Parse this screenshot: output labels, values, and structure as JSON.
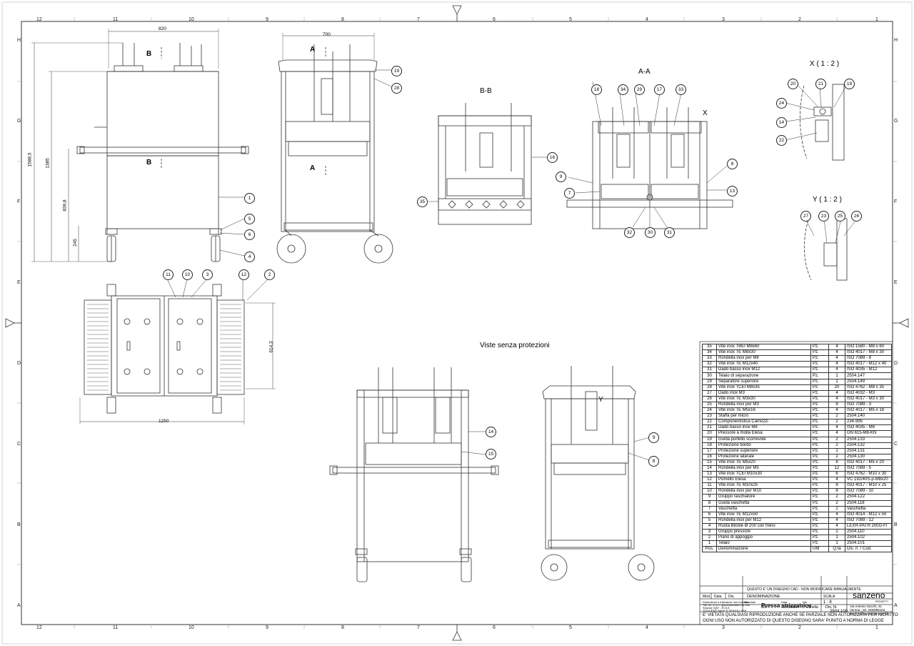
{
  "frame": {
    "columns": [
      "12",
      "11",
      "10",
      "9",
      "8",
      "7",
      "6",
      "5",
      "4",
      "3",
      "2",
      "1"
    ],
    "rows": [
      "H",
      "G",
      "F",
      "E",
      "D",
      "C",
      "B",
      "A"
    ]
  },
  "caption": "Viste senza protezioni",
  "views": {
    "section_b": "B",
    "section_a": "A",
    "bb_title": "B-B",
    "aa_title": "A-A",
    "x_detail": "X ( 1 : 2 )",
    "y_detail": "Y ( 1 : 2 )",
    "x_marker": "X",
    "y_marker": "Y"
  },
  "dimensions": {
    "d820": "820",
    "d700": "700",
    "d1588": "1588,5",
    "d1385": "1385",
    "d836": "836,8",
    "d245": "245",
    "d1250": "1250",
    "d614": "614,3"
  },
  "balloons": {
    "front": [
      "1",
      "5",
      "6",
      "4"
    ],
    "side": [
      "19",
      "28"
    ],
    "top": [
      "11",
      "10",
      "3",
      "12",
      "2"
    ],
    "bb": [
      "16",
      "35"
    ],
    "aa": [
      "18",
      "34",
      "29",
      "17",
      "33",
      "9",
      "7",
      "8",
      "13",
      "32",
      "30",
      "31"
    ],
    "x": [
      "20",
      "21",
      "19",
      "24",
      "14",
      "22"
    ],
    "y": [
      "27",
      "23",
      "25",
      "26"
    ],
    "lower_left": [
      "14",
      "15"
    ],
    "lower_right": [
      "9",
      "8"
    ]
  },
  "bom": {
    "rows": [
      [
        "35",
        "Vite inox TBEI M8x60",
        "Pz.",
        "4",
        "ISO 1580 - M8 x 60"
      ],
      [
        "34",
        "Vite inox TE M8x30",
        "Pz.",
        "4",
        "ISO 4017 - M8 x 30"
      ],
      [
        "33",
        "Rondella inox per M8",
        "Pz.",
        "4",
        "ISO 7089 - 8"
      ],
      [
        "32",
        "Vite inox TE M12x40",
        "Pz.",
        "4",
        "ISO 4017 - M12 x 40"
      ],
      [
        "31",
        "Dado basso inox M12",
        "Pz.",
        "4",
        "ISO 4035 - M12"
      ],
      [
        "30",
        "Telaio di separazione",
        "Pz.",
        "1",
        "2504.147"
      ],
      [
        "29",
        "Separatore superiore",
        "Pz.",
        "1",
        "2504.149"
      ],
      [
        "28",
        "Vite inox TCEI M8x35",
        "Pz.",
        "20",
        "ISO 4762 - M8 x 35"
      ],
      [
        "27",
        "Dado inox M3",
        "Pz.",
        "4",
        "ISO 4032 - M3"
      ],
      [
        "26",
        "Vite inox TE M3x30",
        "Pz.",
        "4",
        "ISO 4017 - M3 x 30"
      ],
      [
        "25",
        "Rondella inox per M3",
        "Pz.",
        "8",
        "ISO 7089 - 3"
      ],
      [
        "24",
        "Vite inox TE M5x16",
        "Pz.",
        "4",
        "ISO 4017 - M5 x 16"
      ],
      [
        "23",
        "Staffa per micro",
        "Pz.",
        "2",
        "2504.140"
      ],
      [
        "22",
        "Componentistica Camozzi",
        "Pz.",
        "2",
        "234-995"
      ],
      [
        "21",
        "Dado basso inox M8",
        "Pz.",
        "4",
        "ISO 4035 - M8"
      ],
      [
        "20",
        "Pressore a molla Elesa",
        "Pz.",
        "4",
        "GN 615-M8-KN"
      ],
      [
        "19",
        "Guida portello scorrevole",
        "Pz.",
        "2",
        "2504.133"
      ],
      [
        "18",
        "Protezione bordo",
        "Pz.",
        "2",
        "2504.132"
      ],
      [
        "17",
        "Protezione superiore",
        "Pz.",
        "1",
        "2504.131"
      ],
      [
        "16",
        "Protezione laterale",
        "Pz.",
        "2",
        "2504.130"
      ],
      [
        "15",
        "Vite inox TE M5x20",
        "Pz.",
        "8",
        "ISO 4017 - M5 x 20"
      ],
      [
        "14",
        "Rondella inox per M5",
        "Pz.",
        "12",
        "ISO 7089 - 5"
      ],
      [
        "13",
        "Vite inox TCEI M10x30",
        "Pz.",
        "6",
        "ISO 4762 - M10 x 30"
      ],
      [
        "12",
        "Pomello Elesa",
        "Pz.",
        "4",
        "VC 192/40S-p-M8x20"
      ],
      [
        "11",
        "Vite inox TE M10x25",
        "Pz.",
        "8",
        "ISO 4017 - M10 x 25"
      ],
      [
        "10",
        "Rondella inox per M10",
        "Pz.",
        "8",
        "ISO 7089 - 10"
      ],
      [
        "9",
        "Gruppo raschiatore",
        "Pz.",
        "2",
        "2504.122"
      ],
      [
        "8",
        "Guida vaschetta",
        "Pz.",
        "2",
        "2504.118"
      ],
      [
        "7",
        "Vaschetta",
        "Pz.",
        "2",
        "Vaschetta"
      ],
      [
        "6",
        "Vite inox TE M12x50",
        "Pz.",
        "4",
        "ISO 4014 - M12 x 50"
      ],
      [
        "5",
        "Rondella inox per M12",
        "Pz.",
        "4",
        "ISO 7089 - 12"
      ],
      [
        "4",
        "Ruota Blickle Ø 200 con freno",
        "Pz.",
        "4",
        "LEXR-PATH 200G-FI"
      ],
      [
        "3",
        "Gruppo pressore",
        "Pz.",
        "2",
        "2504.110"
      ],
      [
        "2",
        "Piano di appoggio",
        "Pz.",
        "1",
        "2504.102"
      ],
      [
        "1",
        "Telaio",
        "Pz.",
        "1",
        "2504.101"
      ]
    ],
    "header": [
      "Pos.",
      "Denominazione",
      "UM",
      "Q.tà",
      "Dis. n. / Cod."
    ]
  },
  "title_block": {
    "cad_notice": "QUESTO E' UN DISEGNO CAD - NON MODIFICARE MANUALMENTE",
    "denominazione_label": "DENOMINAZIONE",
    "title": "Pressa strizzatrice",
    "scala_label": "SCALA",
    "scale": "1 : 8",
    "company": "sanzeno",
    "company_sub": "PROGETTI",
    "address1": "Via Antonio Sacchi, 41",
    "address2": "Verona - tel. 045/895104",
    "email": "tecnico@sanzenoprogetti.it",
    "mod_label": "Mod.",
    "data_label": "Data",
    "dis_label": "Dis.",
    "notes1": "Dimensioni e tolleranze non indicate",
    "notes2": "Toll. lin. e U.T. approssimativi 1/4 UNI",
    "notes3": "Smussi: NAT - R=0,5",
    "notes4": "TOGLIERE BAVE E SPIGOLI VIVI",
    "materiale_label": "Materiale",
    "materiale": "N/A",
    "date_label": "Data",
    "date": "01/09/2014",
    "dis_by_label": "Dis.",
    "dis_by": "F. Zanella",
    "dis_n_label": "Dis. N.",
    "dis_n": "2504.100",
    "legal1": "E' VIETATA QUALSIASI RIPRODUZIONE ANCHE SE PARZIALE NON AUTORIZZATA PER ISCRITTO",
    "legal2": "OGNI USO NON AUTORIZZATO DI QUESTO DISEGNO SARA' PUNITO A NORMA DI LEGGE"
  }
}
